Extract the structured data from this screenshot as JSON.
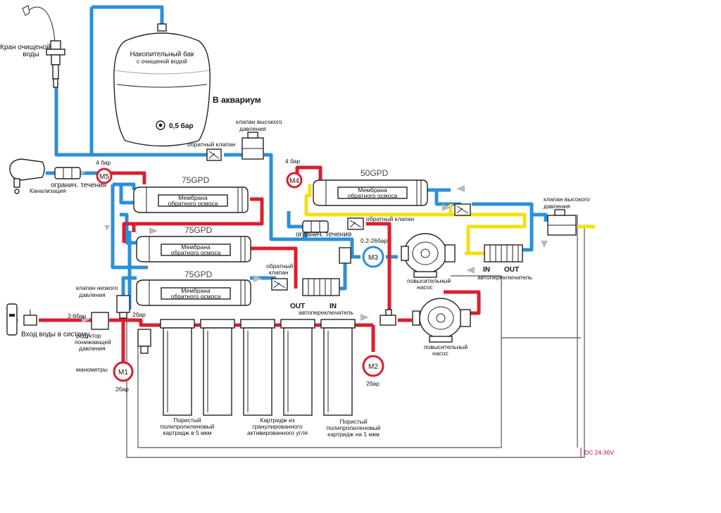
{
  "labels": {
    "faucet": [
      "Кран очищеной",
      "воды"
    ],
    "tank": [
      "Накопительный бак",
      "с очищеной водой"
    ],
    "tank_pressure": "0,5 бар",
    "aquarium": "В аквариум",
    "check_valve_top": "обратный клапан",
    "hp_valve_top": [
      "клапан высокого",
      "давления"
    ],
    "flow_limiter_left": "огранич. течения",
    "drain": "Канализация",
    "m5_pressure": "4 бар",
    "m5": "M5",
    "m4_pressure": "4 бар",
    "m4": "M4",
    "gpd_75_a": "75GPD",
    "gpd_75_b": "75GPD",
    "gpd_75_c": "75GPD",
    "gpd_50": "50GPD",
    "membrane": [
      "Мембрана",
      "обратного осмоса"
    ],
    "flow_limiter_mid": "огранич. течения",
    "check_valve_mid": "обратный клапан",
    "m3_pressure": "0.2-26бар",
    "m3": "M3",
    "booster_pump_top": [
      "повысительный",
      "насос"
    ],
    "in_top": "IN",
    "out_top": "OUT",
    "auto_switch_top": "автопереключатель",
    "hp_valve_right": [
      "клапан высокого",
      "давления"
    ],
    "check_valve_low": [
      "обратный",
      "клапан"
    ],
    "out_low": "OUT",
    "in_low": "IN",
    "auto_switch_low": "автопереключатель",
    "lp_valve": [
      "клапан низкого",
      "давления"
    ],
    "inlet_pressure": "2-6бар",
    "inlet": "Вход воды в систему",
    "reducer": [
      "редуктор",
      "понижающей",
      "давления"
    ],
    "pressure_26": "2бар",
    "gauges": "манометры",
    "m1": "M1",
    "m1_pressure": "2бар",
    "m2": "M2",
    "m2_pressure": "2бар",
    "booster_pump_low": [
      "повысительный",
      "насос"
    ],
    "cart_5": [
      "Пористый",
      "полипропиленовый",
      "картридж в 5 мкм"
    ],
    "cart_carbon": [
      "Картридж из",
      "гранулированного",
      "активированного угля"
    ],
    "cart_1": [
      "Пористый",
      "полипропиленовый",
      "картридж на 1 мкм"
    ],
    "dc": "DC 24-36V"
  }
}
